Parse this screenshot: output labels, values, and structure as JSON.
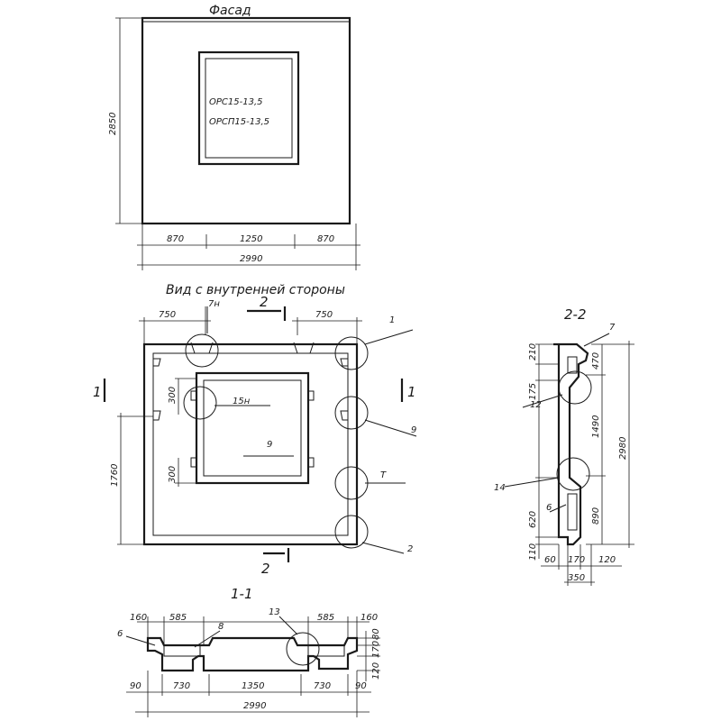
{
  "titles": {
    "facade": "Фасад",
    "inner_view": "Вид с внутренней стороны",
    "section_1": "1-1",
    "section_2": "2-2"
  },
  "facade": {
    "label_line1": "ОРС15-13,5",
    "label_line2": "ОРСП15-13,5",
    "dim_height": "2850",
    "dim_left": "870",
    "dim_mid": "1250",
    "dim_right": "870",
    "dim_total": "2990"
  },
  "inner": {
    "dim_left_750": "750",
    "dim_right_750": "750",
    "mark_7h": "7н",
    "mark_15h": "15н",
    "mark_9_center": "9",
    "mark_1": "1",
    "mark_9_side": "9",
    "mark_2": "2",
    "mark_T": "Т",
    "cut_2_top": "2",
    "cut_2_bottom": "2",
    "cut_1_left": "1",
    "cut_1_right": "1",
    "dim_300_top": "300",
    "dim_300_bottom": "300",
    "dim_1760": "1760"
  },
  "section22": {
    "mark_7": "7",
    "mark_12": "12",
    "mark_14": "14",
    "mark_6": "6",
    "dim_210": "210",
    "dim_175": "175",
    "dim_620": "620",
    "dim_110": "110",
    "dim_470": "470",
    "dim_1490": "1490",
    "dim_890": "890",
    "dim_2980": "2980",
    "dim_60": "60",
    "dim_170": "170",
    "dim_120": "120",
    "dim_350": "350"
  },
  "section11": {
    "mark_6": "6",
    "mark_8": "8",
    "mark_13": "13",
    "dim_160_left": "160",
    "dim_585_left": "585",
    "dim_585_right": "585",
    "dim_160_right": "160",
    "dim_80": "80",
    "dim_170": "170",
    "dim_120": "120",
    "dim_90_left": "90",
    "dim_730_left": "730",
    "dim_1350": "1350",
    "dim_730_right": "730",
    "dim_90_right": "90",
    "dim_2990": "2990"
  }
}
